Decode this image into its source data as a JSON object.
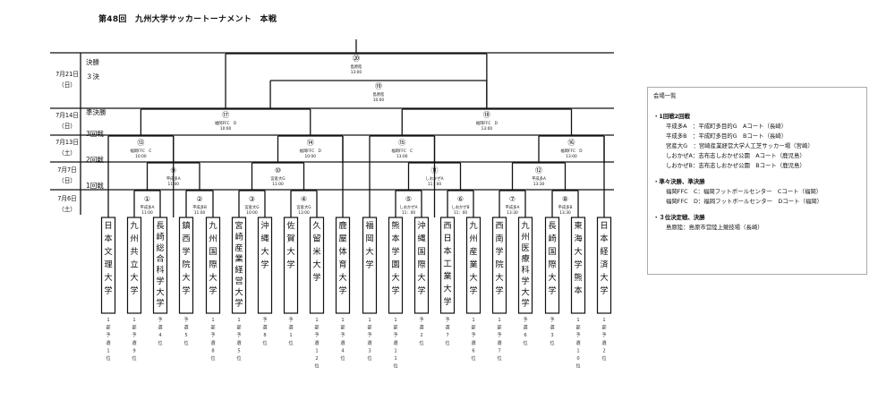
{
  "title": "第48回　九州大学サッカートーナメント　本戦",
  "round_labels": [
    "決勝",
    "３決",
    "準決勝",
    "3回戦",
    "2回戦",
    "1回戦"
  ],
  "date_labels": [
    {
      "date": "7月21日",
      "day": "（日）"
    },
    {
      "date": "7月14日",
      "day": "（日）"
    },
    {
      "date": "7月13日",
      "day": "（土）"
    },
    {
      "date": "7月7日",
      "day": "（日）"
    },
    {
      "date": "7月6日",
      "day": "（土）"
    }
  ],
  "teams": [
    {
      "name": "日本文理大学",
      "seed": "1部予選1位"
    },
    {
      "name": "九州共立大学",
      "seed": "1部予選9位"
    },
    {
      "name": "長崎総合科学大学",
      "seed": "予選4位"
    },
    {
      "name": "鎮西学院大学",
      "seed": "予選5位"
    },
    {
      "name": "九州国際大学",
      "seed": "1部予選8位"
    },
    {
      "name": "宮崎産業経営大学",
      "seed": "1部予選5位"
    },
    {
      "name": "沖縄大学",
      "seed": "予選8位"
    },
    {
      "name": "佐賀大学",
      "seed": "予選1位"
    },
    {
      "name": "久留米大学",
      "seed": "1部予選12位"
    },
    {
      "name": "鹿屋体育大学",
      "seed": "1部予選4位"
    },
    {
      "name": "福岡大学",
      "seed": "1部予選3位"
    },
    {
      "name": "熊本学園大学",
      "seed": "1部予選11位"
    },
    {
      "name": "沖縄国際大学",
      "seed": "予選2位"
    },
    {
      "name": "西日本工業大学",
      "seed": "予選7位"
    },
    {
      "name": "九州産業大学",
      "seed": "1部予選6位"
    },
    {
      "name": "西南学院大学",
      "seed": "1部予選7位"
    },
    {
      "name": "九州医療科学大学",
      "seed": "予選6位"
    },
    {
      "name": "長崎国際大学",
      "seed": "予選3位"
    },
    {
      "name": "東海大学熊本",
      "seed": "1部予選10位"
    },
    {
      "name": "日本経済大学",
      "seed": "1部予選2位"
    }
  ],
  "matches": {
    "m1": {
      "no": "①",
      "venue": "平成多A",
      "time": "11:00"
    },
    "m2": {
      "no": "②",
      "venue": "平成多B",
      "time": "11:00"
    },
    "m3": {
      "no": "③",
      "venue": "宮産大G",
      "time": "10:00"
    },
    "m4": {
      "no": "④",
      "venue": "宮産大G",
      "time": "13:00"
    },
    "m5": {
      "no": "⑤",
      "venue": "しおかぜA",
      "time": "11：00"
    },
    "m6": {
      "no": "⑥",
      "venue": "しおかぜB",
      "time": "11：00"
    },
    "m7": {
      "no": "⑦",
      "venue": "平成多A",
      "time": "13:30"
    },
    "m8": {
      "no": "⑧",
      "venue": "平成多B",
      "time": "13:30"
    },
    "m9": {
      "no": "⑨",
      "venue": "平成多A",
      "time": "11:00"
    },
    "m10": {
      "no": "⑩",
      "venue": "宮産大G",
      "time": "11:00"
    },
    "m11": {
      "no": "⑪",
      "venue": "しおかぜA",
      "time": "11：00"
    },
    "m12": {
      "no": "⑫",
      "venue": "平成多A",
      "time": "13:30"
    },
    "m13": {
      "no": "⑬",
      "venue": "福岡FFC　C",
      "time": "10:00"
    },
    "m14": {
      "no": "⑭",
      "venue": "福岡FFC　D",
      "time": "10:00"
    },
    "m15": {
      "no": "⑮",
      "venue": "福岡FFC　C",
      "time": "13:00"
    },
    "m16": {
      "no": "⑯",
      "venue": "福岡FFC　D",
      "time": "13:00"
    },
    "m17": {
      "no": "⑰",
      "venue": "福岡FFC　D",
      "time": "10:00"
    },
    "m18": {
      "no": "⑱",
      "venue": "福岡FFC　D",
      "time": "13:00"
    },
    "m19": {
      "no": "⑲",
      "venue": "島原陸",
      "time": "10:00"
    },
    "m20": {
      "no": "⑳",
      "venue": "島原陸",
      "time": "13:00"
    }
  },
  "venues": {
    "title": "会場一覧",
    "sections": [
      {
        "heading": "・1回戦2回戦",
        "lines": [
          "平成多A　：平成町多目的G　Aコート（長崎）",
          "平成多B　：平成町多目的G　Bコート（長崎）",
          "宮産大G　：宮崎産業経営大学人工芝サッカー場（宮崎）",
          "しおかぜA：志布志しおかぜ公園　Aコート（鹿児島）",
          "しおかぜB：志布志しおかぜ公園　Bコート（鹿児島）"
        ]
      },
      {
        "heading": "・準々決勝、準決勝",
        "lines": [
          "福岡FFC　C：福岡フットボールセンター　Cコート（福岡）",
          "福岡FFC　D：福岡フットボールセンター　Dコート（福岡）"
        ]
      },
      {
        "heading": "・３位決定戦、決勝",
        "lines": [
          "島原陸：島原市営陸上競技場（長崎）"
        ]
      }
    ]
  }
}
